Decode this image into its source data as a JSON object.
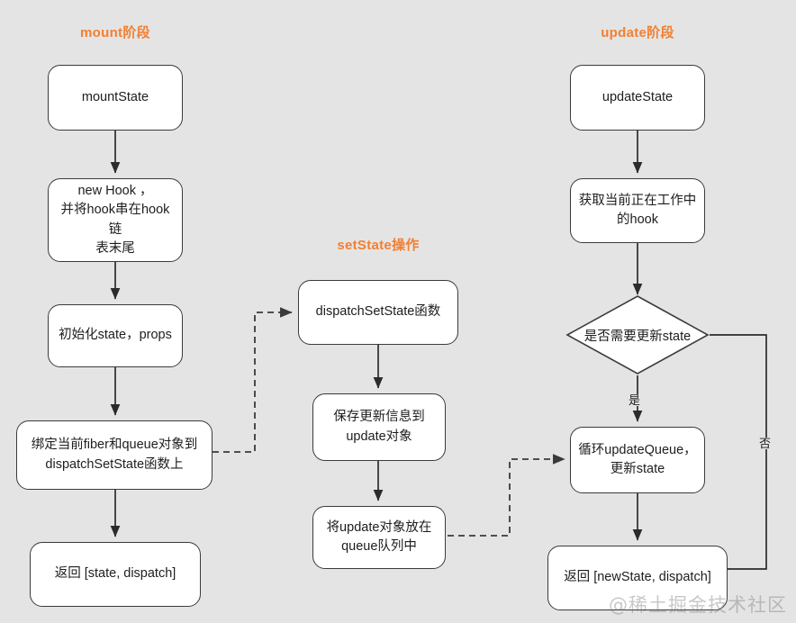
{
  "diagram": {
    "watermark": "@稀土掘金技术社区",
    "colors": {
      "background": "#e5e4e4",
      "node_fill": "#ffffff",
      "node_stroke": "#3b3b3b",
      "title_accent": "#f08033",
      "edge": "#2b2b2b",
      "dashed_edge": "#5a5a5a"
    },
    "titles": {
      "mount": "mount阶段",
      "setstate": "setState操作",
      "update": "update阶段"
    },
    "mount_nodes": [
      {
        "id": "mount-state",
        "text": "mountState"
      },
      {
        "id": "new-hook",
        "text": "new Hook ，\n并将hook串在hook链\n表末尾"
      },
      {
        "id": "init-state-props",
        "text": "初始化state，props"
      },
      {
        "id": "bind-fiber-queue",
        "text": "绑定当前fiber和queue对象到\ndispatchSetState函数上"
      },
      {
        "id": "return-state-dispatch",
        "text": "返回 [state, dispatch]"
      }
    ],
    "setstate_nodes": [
      {
        "id": "dispatch-setstate-fn",
        "text": "dispatchSetState函数"
      },
      {
        "id": "save-update-object",
        "text": "保存更新信息到\nupdate对象"
      },
      {
        "id": "push-update-queue",
        "text": "将update对象放在\nqueue队列中"
      }
    ],
    "update_nodes": [
      {
        "id": "update-state",
        "text": "updateState"
      },
      {
        "id": "get-working-hook",
        "text": "获取当前正在工作中\n的hook"
      },
      {
        "id": "loop-update-queue",
        "text": "循环updateQueue，\n更新state"
      },
      {
        "id": "return-newstate-dispatch",
        "text": "返回 [newState, dispatch]"
      }
    ],
    "decision": {
      "id": "need-update-state",
      "text": "是否需要更新state"
    },
    "edge_labels": {
      "yes": "是",
      "no": "否"
    }
  }
}
